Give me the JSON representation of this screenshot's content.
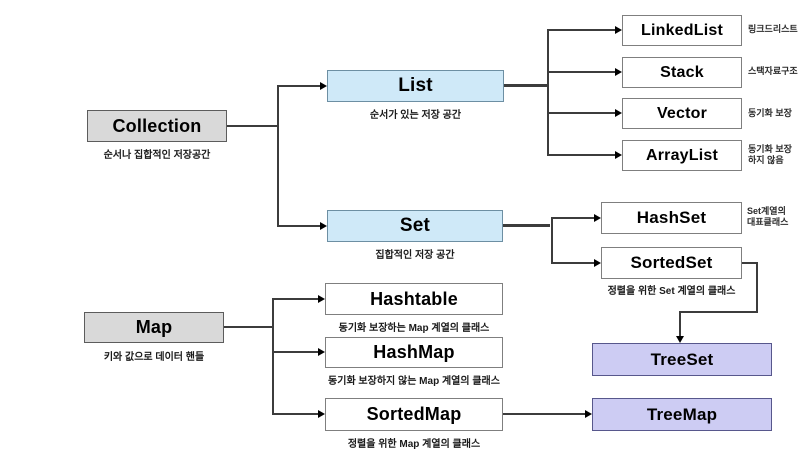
{
  "nodes": {
    "collection": {
      "label": "Collection",
      "caption": "순서나 집합적인 저장공간"
    },
    "list": {
      "label": "List",
      "caption": "순서가 있는 저장 공간"
    },
    "set": {
      "label": "Set",
      "caption": "집합적인 저장 공간"
    },
    "linkedlist": {
      "label": "LinkedList",
      "annotation": "링크드리스트"
    },
    "stack": {
      "label": "Stack",
      "annotation": "스택자료구조"
    },
    "vector": {
      "label": "Vector",
      "annotation": "동기화 보장"
    },
    "arraylist": {
      "label": "ArrayList",
      "annotation": "동기화 보장\n하지 않음"
    },
    "hashset": {
      "label": "HashSet",
      "annotation": "Set계열의\n대표클래스"
    },
    "sortedset": {
      "label": "SortedSet",
      "caption": "정렬을 위한 Set 계열의 클래스"
    },
    "treeset": {
      "label": "TreeSet"
    },
    "map": {
      "label": "Map",
      "caption": "키와 값으로 데이터 핸들"
    },
    "hashtable": {
      "label": "Hashtable",
      "caption": "동기화 보장하는 Map 계열의 클래스"
    },
    "hashmap": {
      "label": "HashMap",
      "caption": "동기화 보장하지 않는 Map 계열의 클래스"
    },
    "sortedmap": {
      "label": "SortedMap",
      "caption": "정렬을 위한 Map 계열의 클래스"
    },
    "treemap": {
      "label": "TreeMap"
    }
  },
  "colors": {
    "root_fill": "#d9d9d9",
    "interface_fill": "#cfe9f8",
    "implementation_fill": "#ffffff",
    "tree_class_fill": "#cdccf3",
    "connector": "#3c3c3c"
  }
}
